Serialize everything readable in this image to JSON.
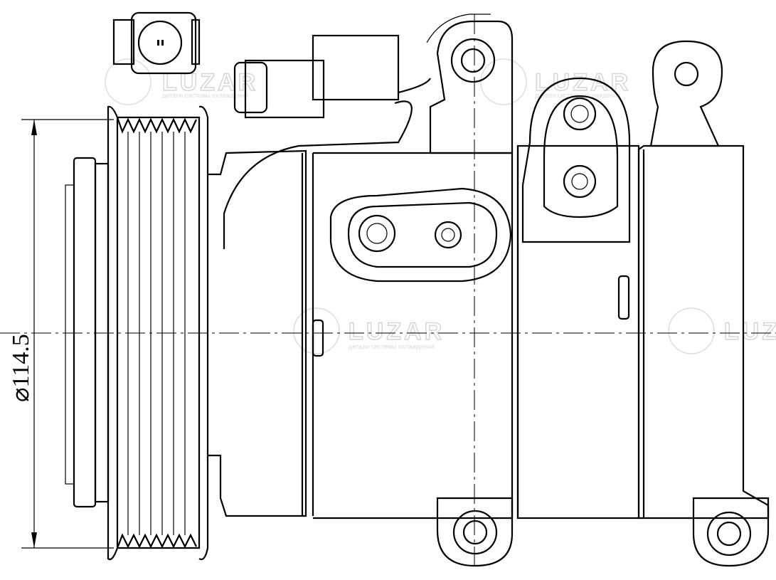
{
  "dimension": {
    "label": "⌀114.5"
  },
  "watermark": {
    "brand": "LUZAR",
    "tagline": "детали системы охлаждения"
  }
}
